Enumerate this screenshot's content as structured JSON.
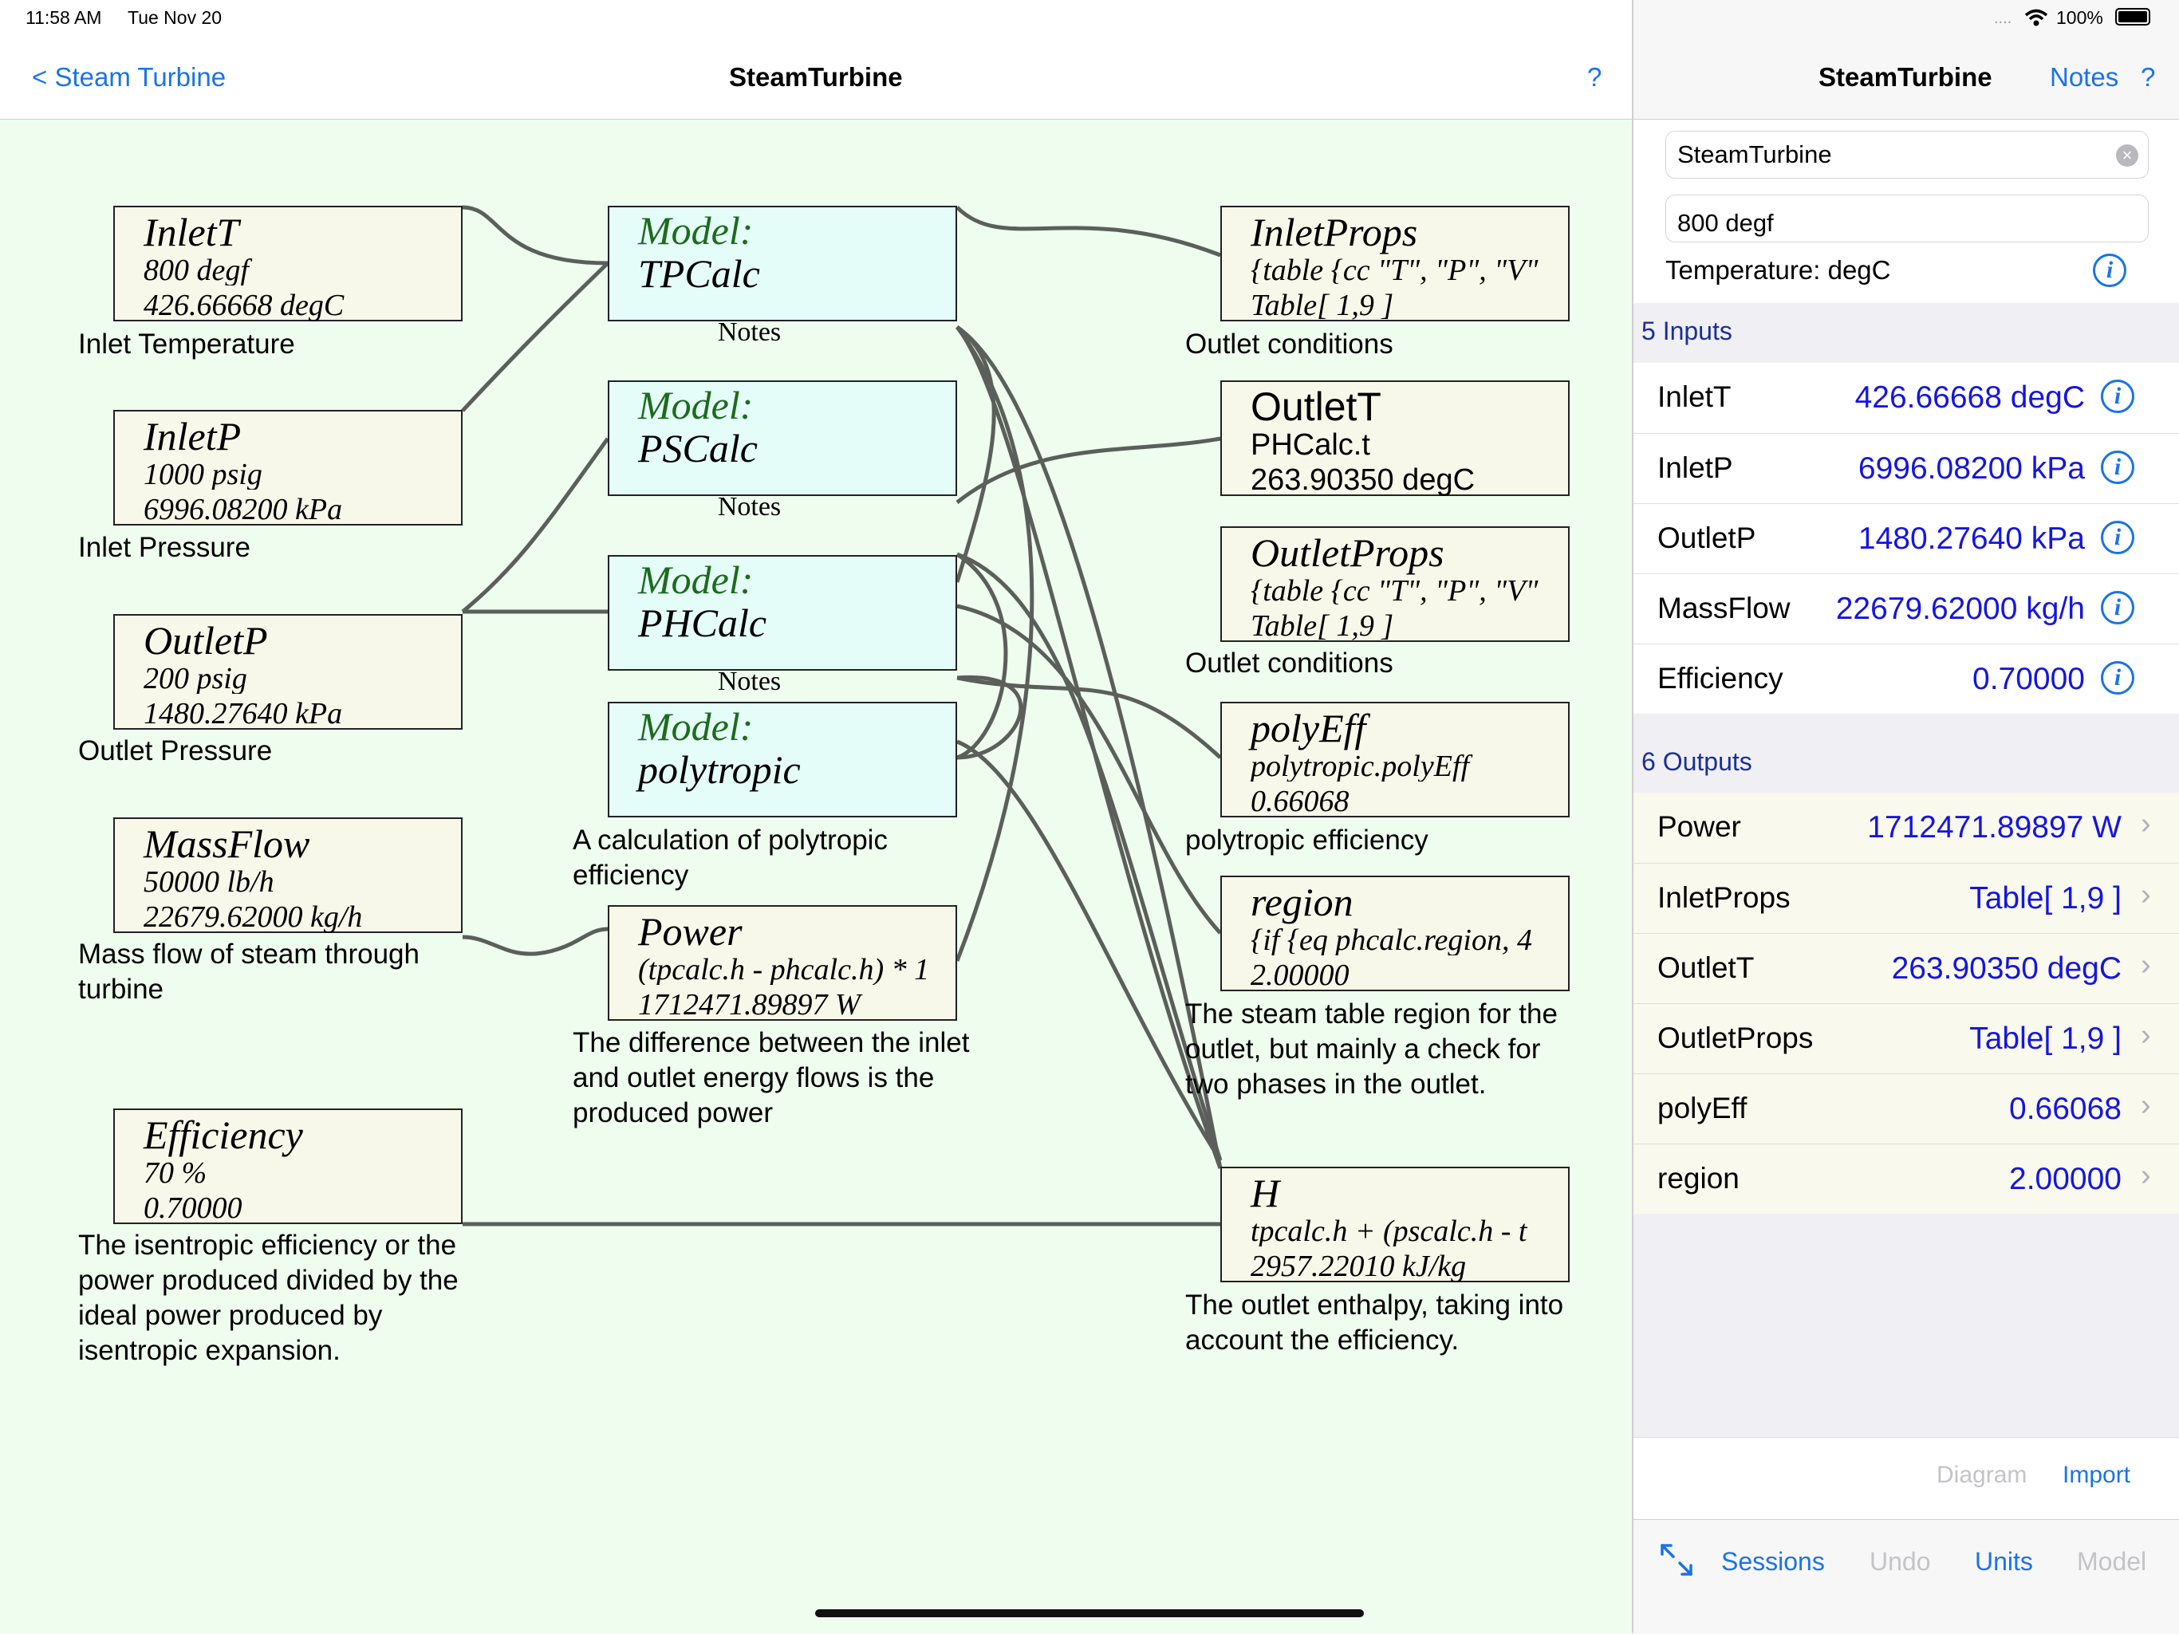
{
  "status": {
    "time": "11:58 AM",
    "date": "Tue Nov 20",
    "battery": "100%"
  },
  "left_nav": {
    "back_label": "< Steam Turbine",
    "title": "SteamTurbine",
    "help": "?"
  },
  "right_nav": {
    "title": "SteamTurbine",
    "notes": "Notes",
    "help": "?"
  },
  "diagram": {
    "inletT": {
      "name": "InletT",
      "expr": "800 degf",
      "value": "426.66668 degC",
      "desc": "Inlet Temperature"
    },
    "inletP": {
      "name": "InletP",
      "expr": "1000 psig",
      "value": "6996.08200 kPa",
      "desc": "Inlet Pressure"
    },
    "outletP": {
      "name": "OutletP",
      "expr": "200 psig",
      "value": "1480.27640 kPa",
      "desc": "Outlet Pressure"
    },
    "massFlow": {
      "name": "MassFlow",
      "expr": "50000 lb/h",
      "value": "22679.62000 kg/h",
      "desc1": "Mass flow of steam through",
      "desc2": "turbine"
    },
    "efficiency": {
      "name": "Efficiency",
      "expr": "70 %",
      "value": "0.70000",
      "desc1": "The isentropic efficiency or the",
      "desc2": "power produced divided by the",
      "desc3": "ideal power produced by",
      "desc4": "isentropic expansion."
    },
    "tpcalc": {
      "label": "Model:",
      "name": "TPCalc",
      "notes": "Notes"
    },
    "pscalc": {
      "label": "Model:",
      "name": "PSCalc",
      "notes": "Notes"
    },
    "phcalc": {
      "label": "Model:",
      "name": "PHCalc",
      "notes": "Notes"
    },
    "polytropic": {
      "label": "Model:",
      "name": "polytropic",
      "desc1": "A calculation of polytropic",
      "desc2": "efficiency"
    },
    "power": {
      "name": "Power",
      "expr": "(tpcalc.h - phcalc.h) * 1",
      "value": "1712471.89897 W",
      "desc1": "The difference between the inlet",
      "desc2": "and outlet energy flows is the",
      "desc3": "produced power"
    },
    "inletProps": {
      "name": "InletProps",
      "expr": "{table {cc \"T\", \"P\", \"V\"",
      "value": "Table[ 1,9 ]",
      "desc": "Outlet conditions"
    },
    "outletT": {
      "name": "OutletT",
      "expr": "PHCalc.t",
      "value": "263.90350 degC"
    },
    "outletProps": {
      "name": "OutletProps",
      "expr": "{table {cc \"T\", \"P\", \"V\"",
      "value": "Table[ 1,9 ]",
      "desc": "Outlet conditions"
    },
    "polyEff": {
      "name": "polyEff",
      "expr": "polytropic.polyEff",
      "value": "0.66068",
      "desc": "polytropic efficiency"
    },
    "region": {
      "name": "region",
      "expr": "{if {eq phcalc.region, 4",
      "value": "2.00000",
      "desc1": "The steam table region for the",
      "desc2": "outlet, but mainly a check for",
      "desc3": "two phases in the outlet."
    },
    "h": {
      "name": "H",
      "expr": "tpcalc.h + (pscalc.h - t",
      "value": "2957.22010 kJ/kg",
      "desc1": "The outlet enthalpy, taking into",
      "desc2": "account the efficiency."
    }
  },
  "right": {
    "name_field": "SteamTurbine",
    "expr_field": "800 degf",
    "unit_label": "Temperature: degC",
    "inputs_header": "5 Inputs",
    "inputs": [
      {
        "label": "InletT",
        "value": "426.66668 degC"
      },
      {
        "label": "InletP",
        "value": "6996.08200 kPa"
      },
      {
        "label": "OutletP",
        "value": "1480.27640 kPa"
      },
      {
        "label": "MassFlow",
        "value": "22679.62000 kg/h"
      },
      {
        "label": "Efficiency",
        "value": "0.70000"
      }
    ],
    "outputs_header": "6 Outputs",
    "outputs": [
      {
        "label": "Power",
        "value": "1712471.89897 W"
      },
      {
        "label": "InletProps",
        "value": "Table[ 1,9 ]"
      },
      {
        "label": "OutletT",
        "value": "263.90350 degC"
      },
      {
        "label": "OutletProps",
        "value": "Table[ 1,9 ]"
      },
      {
        "label": "polyEff",
        "value": "0.66068"
      },
      {
        "label": "region",
        "value": "2.00000"
      }
    ],
    "diagram_btn": "Diagram",
    "import_btn": "Import",
    "toolbar": {
      "sessions": "Sessions",
      "undo": "Undo",
      "units": "Units",
      "model": "Model"
    }
  },
  "icons": {
    "info": "info-icon",
    "chevron": "chevron-right-icon",
    "clear": "clear-icon",
    "expand": "expand-icon",
    "wifi": "wifi-icon",
    "battery": "battery-icon"
  },
  "colors": {
    "accent": "#1a73e8",
    "value_blue": "#1515e0",
    "canvas_bg": "#eefdee",
    "model_bg": "#e5fdf9",
    "var_bg": "#f8f8ea",
    "model_label": "#1d6b1d"
  }
}
